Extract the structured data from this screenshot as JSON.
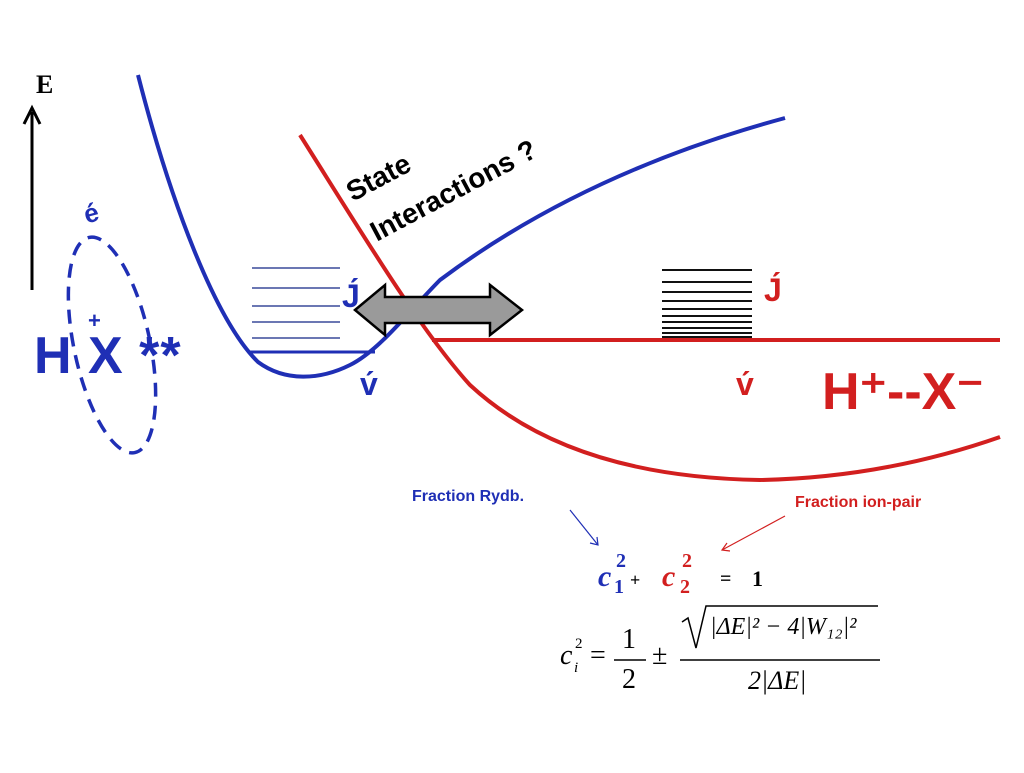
{
  "axis": {
    "label": "E"
  },
  "rydberg": {
    "electron": "é",
    "plus": "+",
    "formula": "H X **",
    "j_label": "J́",
    "v_label": "v́"
  },
  "ionpair": {
    "j_label": "J́",
    "v_label": "v́",
    "formula": "H⁺--X⁻"
  },
  "interaction": {
    "line1": "State",
    "line2": "Interactions ?"
  },
  "fractions": {
    "rydberg": "Fraction  Rydb.",
    "ionpair": "Fraction  ion-pair"
  },
  "equation1": {
    "c": "c",
    "sub1": "1",
    "sup1": "2",
    "plus": "+",
    "sub2": "2",
    "sup2": "2",
    "equals": "=",
    "rhs": "1"
  },
  "equation2": {
    "lhs": "c",
    "lhs_sub": "i",
    "lhs_sup": "2",
    "equals": "=",
    "num": "1",
    "den": "2",
    "pm": "±",
    "root_body": "|ΔE|² − 4|W₁₂|²",
    "denominator": "2|ΔE|"
  },
  "colors": {
    "blue": "#1f2fb5",
    "red": "#d21f1f",
    "arrow_gray": "#9a9a9a"
  }
}
